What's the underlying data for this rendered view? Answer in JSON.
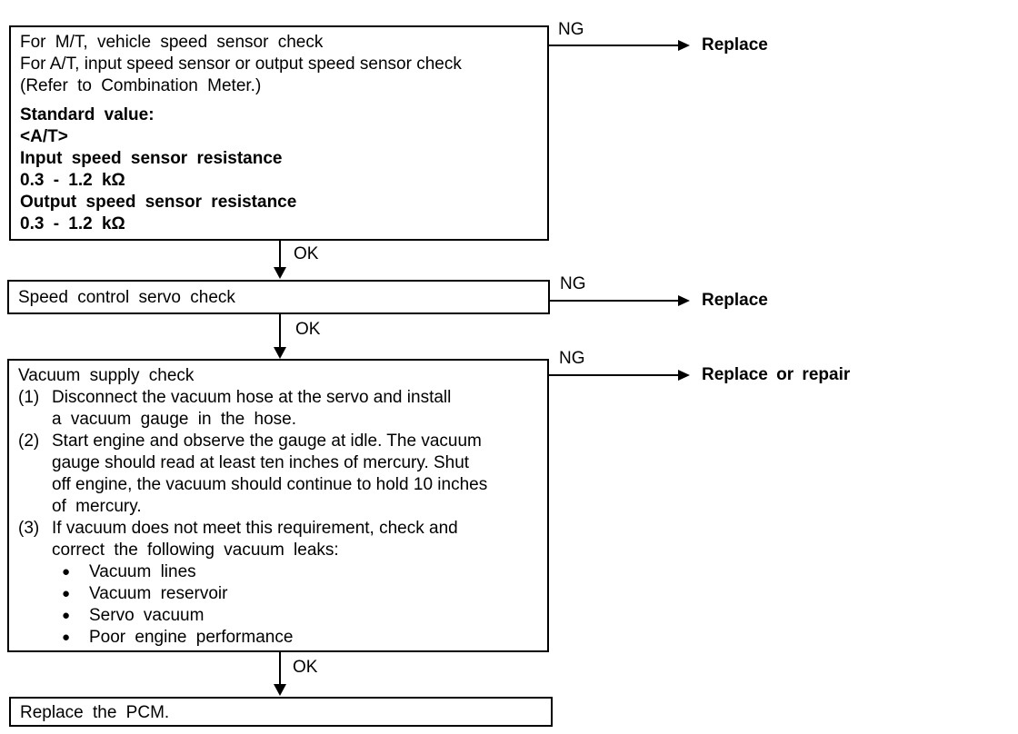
{
  "glyphs": {
    "bullet": "●"
  },
  "flow": {
    "box1": {
      "lines": [
        "For M/T, vehicle speed sensor check",
        "For A/T, input speed sensor or output speed sensor check",
        "(Refer to Combination Meter.)"
      ],
      "standard_heading": "Standard value:",
      "standard_lines": [
        "<A/T>",
        "Input speed sensor resistance",
        "0.3 - 1.2 kΩ",
        "Output speed sensor resistance",
        "0.3 - 1.2 kΩ"
      ]
    },
    "box2": {
      "title": "Speed control servo check"
    },
    "box3": {
      "title": "Vacuum supply check",
      "items": [
        {
          "num": "(1)",
          "lines": [
            "Disconnect the vacuum hose at the servo and install",
            "a vacuum gauge in the hose."
          ]
        },
        {
          "num": "(2)",
          "lines": [
            "Start engine and observe the gauge at idle. The vacuum",
            "gauge should read at least ten inches of mercury. Shut",
            "off engine, the vacuum should continue to hold 10 inches",
            "of mercury."
          ]
        },
        {
          "num": "(3)",
          "lines": [
            "If vacuum does not meet this requirement, check and",
            "correct the following vacuum leaks:"
          ]
        }
      ],
      "bullets": [
        "Vacuum lines",
        "Vacuum reservoir",
        "Servo vacuum",
        "Poor engine performance"
      ]
    },
    "box4": {
      "title": "Replace the PCM."
    },
    "connectors": {
      "ok1": "OK",
      "ok2": "OK",
      "ok3": "OK",
      "ng1": {
        "label": "NG",
        "result": "Replace"
      },
      "ng2": {
        "label": "NG",
        "result": "Replace"
      },
      "ng3": {
        "label": "NG",
        "result": "Replace or repair"
      }
    }
  }
}
